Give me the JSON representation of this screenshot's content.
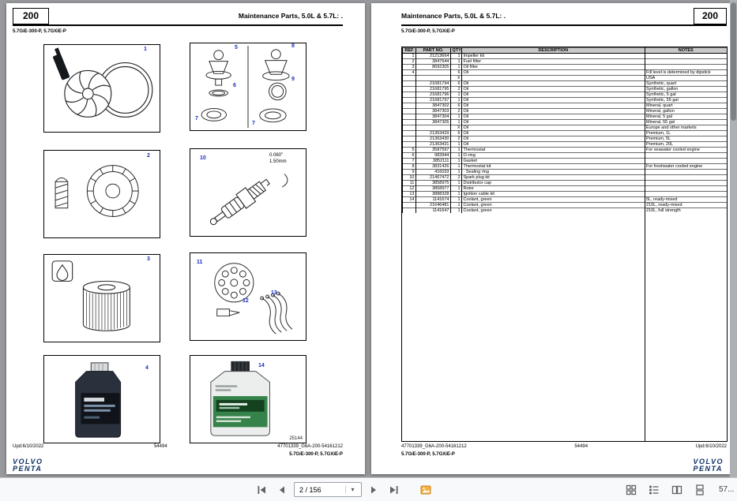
{
  "viewer": {
    "toolbar": {
      "page_input_value": "2 / 156",
      "caret_icon": "▾",
      "zoom_label": "57..."
    }
  },
  "left_page": {
    "page_number": "200",
    "title": "Maintenance Parts, 5.0L & 5.7L: .",
    "model_code": "5.7GiE-300-P, 5.7GXiE-P",
    "figure_ref_number": "25144",
    "figures": [
      {
        "callouts": [
          "1"
        ]
      },
      {
        "callouts": [
          "5",
          "8",
          "6",
          "9",
          "7",
          "7"
        ]
      },
      {
        "callouts": [
          "2"
        ]
      },
      {
        "callouts": [
          "10"
        ],
        "gap_line1": "0.060\"",
        "gap_line2": "1.50mm"
      },
      {
        "callouts": [
          "3"
        ]
      },
      {
        "callouts": [
          "11",
          "12",
          "13"
        ]
      },
      {
        "callouts": [
          "4"
        ]
      },
      {
        "callouts": [
          "14"
        ]
      }
    ],
    "footer": {
      "updated": "Upd:6/10/2022",
      "doc_number": "54494",
      "ref_code": "47701339_G6A-200-54161212",
      "model_code": "5.7GiE-300-P, 5.7GXiE-P",
      "logo_line1": "VOLVO",
      "logo_line2": "PENTA"
    }
  },
  "right_page": {
    "page_number": "200",
    "title": "Maintenance Parts, 5.0L & 5.7L: .",
    "model_code": "5.7GiE-300-P, 5.7GXiE-P",
    "table": {
      "headers": [
        "REF",
        "PART NO.",
        "QTY",
        "DESCRIPTION",
        "NOTES"
      ],
      "rows": [
        [
          "1",
          "21213664",
          "1",
          "Impeller kit",
          ""
        ],
        [
          "2",
          "3847644",
          "1",
          "Fuel filter",
          ""
        ],
        [
          "3",
          "8692305",
          "1",
          "Oil filter",
          ""
        ],
        [
          "4",
          "",
          "6",
          "Oil",
          "Fill level is determined by dipstick"
        ],
        [
          "",
          "",
          "X",
          "",
          "USA"
        ],
        [
          "",
          "21681794",
          "6",
          "Oil",
          "Synthetic, quart"
        ],
        [
          "",
          "21681795",
          "2",
          "Oil",
          "Synthetic, gallon"
        ],
        [
          "",
          "21681796",
          "1",
          "Oil",
          "Synthetic, 5 gal"
        ],
        [
          "",
          "21681797",
          "1",
          "Oil",
          "Synthetic, 55 gal"
        ],
        [
          "",
          "3847302",
          "6",
          "Oil",
          "Mineral, quart"
        ],
        [
          "",
          "3847303",
          "2",
          "Oil",
          "Mineral, gallon"
        ],
        [
          "",
          "3847304",
          "1",
          "Oil",
          "Mineral, 5 gal"
        ],
        [
          "",
          "3847305",
          "1",
          "Oil",
          "Mineral, 55 gal"
        ],
        [
          "",
          "",
          "X",
          "Oil",
          "Europe and other markets"
        ],
        [
          "",
          "21363429",
          "6",
          "Oil",
          "Premium, 1L"
        ],
        [
          "",
          "21363430",
          "2",
          "Oil",
          "Premium, 5L"
        ],
        [
          "",
          "21363431",
          "1",
          "Oil",
          "Premium, 20L"
        ],
        [
          "5",
          "3587597",
          "1",
          "Thermostat",
          "For seawater cooled engine"
        ],
        [
          "6",
          "983944",
          "1",
          "O-ring",
          ""
        ],
        [
          "7",
          "3852111",
          "1",
          "Gasket",
          ""
        ],
        [
          "8",
          "3831426",
          "1",
          "Thermostat kit",
          "For freshwater cooled engine"
        ],
        [
          "9",
          "416033",
          "1",
          "· Sealing ring",
          ""
        ],
        [
          "10",
          "21467472",
          "2",
          "Spark plug kit",
          ""
        ],
        [
          "11",
          "3858975",
          "1",
          "Distributor cap",
          ""
        ],
        [
          "12",
          "3858977",
          "1",
          "Rotor",
          ""
        ],
        [
          "13",
          "3888328",
          "1",
          "Ignition cable kit",
          ""
        ],
        [
          "14",
          "1141674",
          "1",
          "Coolant, green",
          "5L, ready-mixed"
        ],
        [
          "",
          "21646481",
          "1",
          "Coolant, green",
          "210L, ready-mixed"
        ],
        [
          "",
          "1141647",
          "1",
          "Coolant, green",
          "210L, full strength"
        ]
      ]
    },
    "footer": {
      "ref_code": "47701339_G6A-200-54161212",
      "doc_number": "54494",
      "updated": "Upd:6/10/2022",
      "model_code": "5.7GiE-300-P, 5.7GXiE-P",
      "logo_line1": "VOLVO",
      "logo_line2": "PENTA"
    }
  }
}
